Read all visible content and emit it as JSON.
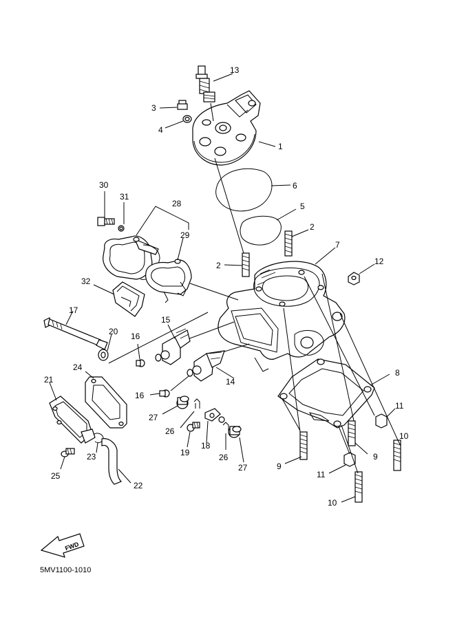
{
  "diagram_code": "5MV1100-1010",
  "fwd_label": "FWD",
  "callouts": {
    "c1": "1",
    "c2a": "2",
    "c2b": "2",
    "c3": "3",
    "c4": "4",
    "c5": "5",
    "c6": "6",
    "c7": "7",
    "c8": "8",
    "c9a": "9",
    "c9b": "9",
    "c10a": "10",
    "c10b": "10",
    "c11a": "11",
    "c11b": "11",
    "c12": "12",
    "c13": "13",
    "c14": "14",
    "c15": "15",
    "c16a": "16",
    "c16b": "16",
    "c17": "17",
    "c18": "18",
    "c19": "19",
    "c20": "20",
    "c21": "21",
    "c22": "22",
    "c23": "23",
    "c24": "24",
    "c25": "25",
    "c26a": "26",
    "c26b": "26",
    "c27a": "27",
    "c27b": "27",
    "c28": "28",
    "c29": "29",
    "c30": "30",
    "c31": "31",
    "c32": "32"
  }
}
